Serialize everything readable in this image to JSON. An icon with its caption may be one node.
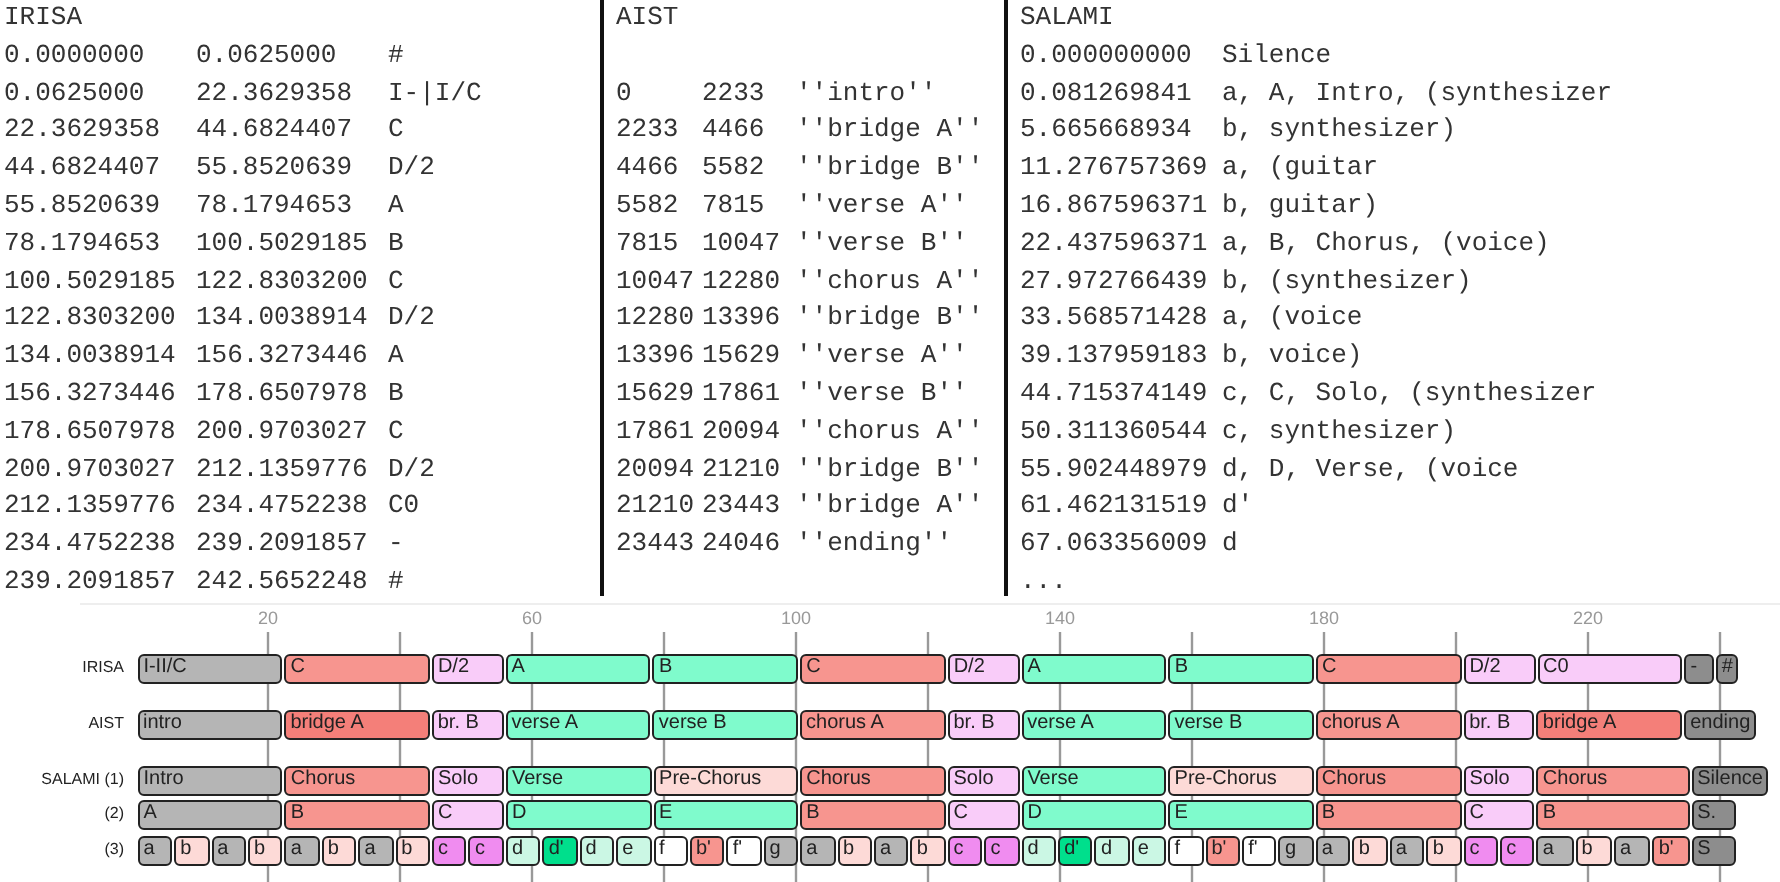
{
  "diagram": {
    "nodes": [
      {
        "text": [
          "I-II/C"
        ]
      },
      {
        "text": [
          "C"
        ]
      },
      {
        "text": [
          "D/2"
        ]
      },
      {
        "text": [
          "A"
        ]
      },
      {
        "text": [
          "B"
        ]
      },
      {
        "text": [
          "C"
        ]
      },
      {
        "text": [
          "D/2"
        ]
      },
      {
        "text": [
          "A"
        ]
      },
      {
        "text": [
          "B"
        ]
      },
      {
        "text": [
          "C"
        ]
      },
      {
        "text": [
          "D/2"
        ]
      },
      {
        "text": [
          "C0"
        ]
      },
      {
        "text": [
          "-"
        ]
      },
      {
        "text": [
          "#"
        ]
      },
      {
        "text": [
          "intro"
        ]
      },
      {
        "text": [
          "bridge A"
        ]
      },
      {
        "text": [
          "br. B"
        ]
      },
      {
        "text": [
          "verse A"
        ]
      },
      {
        "text": [
          "verse B"
        ]
      },
      {
        "text": [
          "chorus A"
        ]
      },
      {
        "text": [
          "br. B"
        ]
      },
      {
        "text": [
          "verse A"
        ]
      },
      {
        "text": [
          "verse B"
        ]
      },
      {
        "text": [
          "chorus A"
        ]
      },
      {
        "text": [
          "br. B"
        ]
      },
      {
        "text": [
          "bridge A"
        ]
      },
      {
        "text": [
          "ending"
        ]
      },
      {
        "text": [
          "Intro"
        ]
      },
      {
        "text": [
          "Chorus"
        ]
      },
      {
        "text": [
          "Solo"
        ]
      },
      {
        "text": [
          "Verse"
        ]
      },
      {
        "text": [
          "Pre-Chorus"
        ]
      },
      {
        "text": [
          "Chorus"
        ]
      },
      {
        "text": [
          "Solo"
        ]
      },
      {
        "text": [
          "Verse"
        ]
      },
      {
        "text": [
          "Pre-Chorus"
        ]
      },
      {
        "text": [
          "Chorus"
        ]
      },
      {
        "text": [
          "Solo"
        ]
      },
      {
        "text": [
          "Chorus"
        ]
      },
      {
        "text": [
          "Silence"
        ]
      },
      {
        "text": [
          "A"
        ]
      },
      {
        "text": [
          "B"
        ]
      },
      {
        "text": [
          "C"
        ]
      },
      {
        "text": [
          "D"
        ]
      },
      {
        "text": [
          "E"
        ]
      },
      {
        "text": [
          "B"
        ]
      },
      {
        "text": [
          "C"
        ]
      },
      {
        "text": [
          "D"
        ]
      },
      {
        "text": [
          "E"
        ]
      },
      {
        "text": [
          "B"
        ]
      },
      {
        "text": [
          "C"
        ]
      },
      {
        "text": [
          "B"
        ]
      },
      {
        "text": [
          "S."
        ]
      },
      {
        "text": [
          "a"
        ]
      },
      {
        "text": [
          "b"
        ]
      },
      {
        "text": [
          "a"
        ]
      },
      {
        "text": [
          "b"
        ]
      },
      {
        "text": [
          "a"
        ]
      },
      {
        "text": [
          "b"
        ]
      },
      {
        "text": [
          "a"
        ]
      },
      {
        "text": [
          "b"
        ]
      },
      {
        "text": [
          "c"
        ]
      },
      {
        "text": [
          "c"
        ]
      },
      {
        "text": [
          "d"
        ]
      },
      {
        "text": [
          "d'"
        ]
      },
      {
        "text": [
          "d"
        ]
      },
      {
        "text": [
          "e"
        ]
      },
      {
        "text": [
          "f"
        ]
      },
      {
        "text": [
          "b'"
        ]
      },
      {
        "text": [
          "f'"
        ]
      },
      {
        "text": [
          "g"
        ]
      },
      {
        "text": [
          "a"
        ]
      },
      {
        "text": [
          "b"
        ]
      },
      {
        "text": [
          "a"
        ]
      },
      {
        "text": [
          "b"
        ]
      },
      {
        "text": [
          "c"
        ]
      },
      {
        "text": [
          "c"
        ]
      },
      {
        "text": [
          "d"
        ]
      },
      {
        "text": [
          "d'"
        ]
      },
      {
        "text": [
          "d"
        ]
      },
      {
        "text": [
          "e"
        ]
      },
      {
        "text": [
          "f"
        ]
      },
      {
        "text": [
          "b'"
        ]
      },
      {
        "text": [
          "f'"
        ]
      },
      {
        "text": [
          "g"
        ]
      },
      {
        "text": [
          "a"
        ]
      },
      {
        "text": [
          "b"
        ]
      },
      {
        "text": [
          "a"
        ]
      },
      {
        "text": [
          "b"
        ]
      },
      {
        "text": [
          "c"
        ]
      },
      {
        "text": [
          "c"
        ]
      },
      {
        "text": [
          "a"
        ]
      },
      {
        "text": [
          "b"
        ]
      },
      {
        "text": [
          "a"
        ]
      },
      {
        "text": [
          "b'"
        ]
      },
      {
        "text": [
          "S"
        ]
      }
    ],
    "labels": [
      "IRISA",
      "0.0000000",
      "0.0625000",
      "#",
      "0.0625000",
      "22.3629358",
      "I-|I/C",
      "22.3629358",
      "44.6824407",
      "C",
      "44.6824407",
      "55.8520639",
      "D/2",
      "55.8520639",
      "78.1794653",
      "A",
      "78.1794653",
      "100.5029185",
      "B",
      "100.5029185",
      "122.8303200",
      "C",
      "122.8303200",
      "134.0038914",
      "D/2",
      "134.0038914",
      "156.3273446",
      "A",
      "156.3273446",
      "178.6507978",
      "B",
      "178.6507978",
      "200.9703027",
      "C",
      "200.9703027",
      "212.1359776",
      "D/2",
      "212.1359776",
      "234.4752238",
      "C0",
      "234.4752238",
      "239.2091857",
      "-",
      "239.2091857",
      "242.5652248",
      "#",
      "AIST",
      "0",
      "2233",
      "''intro''",
      "2233",
      "4466",
      "''bridge A''",
      "4466",
      "5582",
      "''bridge B''",
      "5582",
      "7815",
      "''verse A''",
      "7815",
      "10047",
      "''verse B''",
      "10047",
      "12280",
      "''chorus A''",
      "12280",
      "13396",
      "''bridge B''",
      "13396",
      "15629",
      "''verse A''",
      "15629",
      "17861",
      "''verse B''",
      "17861",
      "20094",
      "''chorus A''",
      "20094",
      "21210",
      "''bridge B''",
      "21210",
      "23443",
      "''bridge A''",
      "23443",
      "24046",
      "''ending''",
      "SALAMI",
      "0.000000000",
      "Silence",
      "0.081269841",
      "a, A, Intro, (synthesizer",
      "5.665668934",
      "b, synthesizer)",
      "11.276757369",
      "a, (guitar",
      "16.867596371",
      "b, guitar)",
      "22.437596371",
      "a, B, Chorus, (voice)",
      "27.972766439",
      "b, (synthesizer)",
      "33.568571428",
      "a, (voice",
      "39.137959183",
      "b, voice)",
      "44.715374149",
      "c, C, Solo, (synthesizer",
      "50.311360544",
      "c, synthesizer)",
      "55.902448979",
      "d, D, Verse, (voice",
      "61.462131519",
      "d'",
      "67.063356009",
      "d",
      "...",
      "20",
      "60",
      "100",
      "140",
      "180",
      "220",
      "IRISA",
      "AIST",
      "SALAMI (1)",
      "(2)",
      "(3)"
    ]
  }
}
